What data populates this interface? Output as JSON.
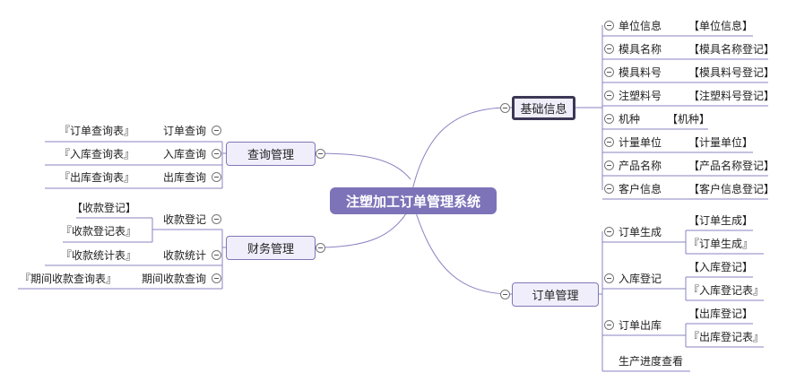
{
  "root": "注塑加工订单管理系统",
  "branches": {
    "basic": {
      "label": "基础信息",
      "items": [
        {
          "label": "单位信息",
          "form": "【单位信息】"
        },
        {
          "label": "模具名称",
          "form": "【模具名称登记】"
        },
        {
          "label": "模具料号",
          "form": "【模具料号登记】"
        },
        {
          "label": "注塑料号",
          "form": "【注塑料号登记】"
        },
        {
          "label": "机种",
          "form": "【机种】"
        },
        {
          "label": "计量单位",
          "form": "【计量单位】"
        },
        {
          "label": "产品名称",
          "form": "【产品名称登记】"
        },
        {
          "label": "客户信息",
          "form": "【客户信息登记】"
        }
      ]
    },
    "order": {
      "label": "订单管理",
      "items": [
        {
          "label": "订单生成",
          "forms": [
            "【订单生成】",
            "『订单生成』"
          ]
        },
        {
          "label": "入库登记",
          "forms": [
            "【入库登记】",
            "『入库登记表』"
          ]
        },
        {
          "label": "订单出库",
          "forms": [
            "【出库登记】",
            "『出库登记表』"
          ]
        },
        {
          "label": "生产进度查看",
          "forms": []
        }
      ]
    },
    "query": {
      "label": "查询管理",
      "items": [
        {
          "label": "订单查询",
          "forms": [
            "『订单查询表』"
          ]
        },
        {
          "label": "入库查询",
          "forms": [
            "『入库查询表』"
          ]
        },
        {
          "label": "出库查询",
          "forms": [
            "『出库查询表』"
          ]
        }
      ]
    },
    "finance": {
      "label": "财务管理",
      "items": [
        {
          "label": "收款登记",
          "forms": [
            "【收款登记】",
            "『收款登记表』"
          ]
        },
        {
          "label": "收款统计",
          "forms": [
            "『收款统计表』"
          ]
        },
        {
          "label": "期间收款查询",
          "forms": [
            "『期间收款查询表』"
          ]
        }
      ]
    }
  },
  "colors": {
    "line": "#8a83c2",
    "root_fill": "#7d73b8",
    "node_fill": "#f0eefb"
  }
}
